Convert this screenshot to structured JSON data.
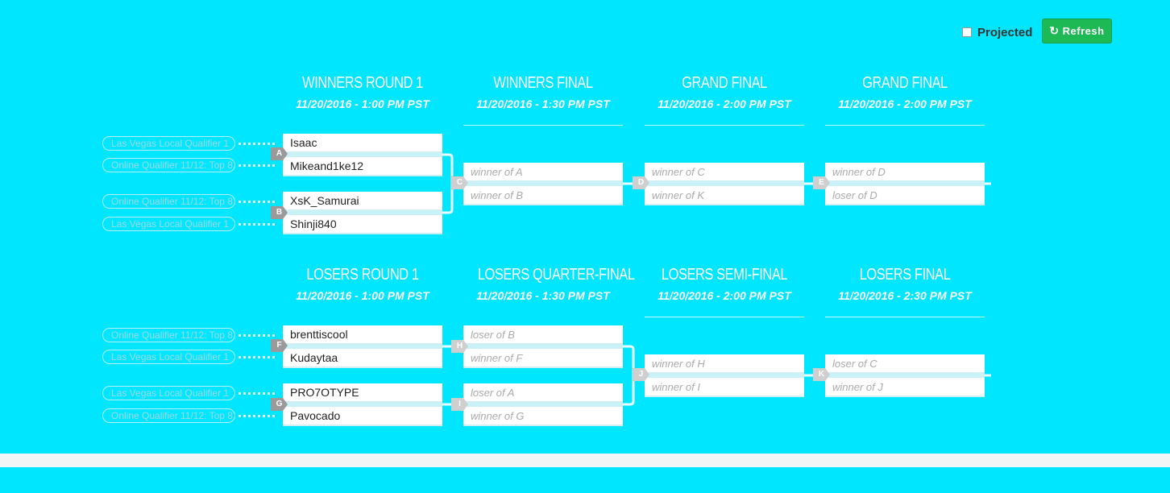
{
  "toolbar": {
    "projected_label": "Projected",
    "refresh_label": "Refresh",
    "refresh_icon": "refresh-icon"
  },
  "winners": {
    "headers": [
      {
        "title": "WINNERS ROUND 1",
        "date": "11/20/2016 - 1:00 PM PST"
      },
      {
        "title": "WINNERS FINAL",
        "date": "11/20/2016 - 1:30 PM PST"
      },
      {
        "title": "GRAND FINAL",
        "date": "11/20/2016 - 2:00 PM PST"
      },
      {
        "title": "GRAND FINAL",
        "date": "11/20/2016 - 2:00 PM PST"
      }
    ],
    "matches": {
      "A": {
        "tag": "A",
        "p1": "Isaac",
        "p2": "Mikeand1ke12",
        "seed1": "Las Vegas Local Qualifier 1",
        "seed2": "Online Qualifier 11/12: Top 8"
      },
      "B": {
        "tag": "B",
        "p1": "XsK_Samurai",
        "p2": "Shinji840",
        "seed1": "Online Qualifier 11/12: Top 8",
        "seed2": "Las Vegas Local Qualifier 1"
      },
      "C": {
        "tag": "C",
        "p1": "winner of A",
        "p2": "winner of B"
      },
      "D": {
        "tag": "D",
        "p1": "winner of C",
        "p2": "winner of K"
      },
      "E": {
        "tag": "E",
        "p1": "winner of D",
        "p2": "loser of D"
      }
    }
  },
  "losers": {
    "headers": [
      {
        "title": "LOSERS ROUND 1",
        "date": "11/20/2016 - 1:00 PM PST"
      },
      {
        "title": "LOSERS QUARTER-FINAL",
        "date": "11/20/2016 - 1:30 PM PST"
      },
      {
        "title": "LOSERS SEMI-FINAL",
        "date": "11/20/2016 - 2:00 PM PST"
      },
      {
        "title": "LOSERS FINAL",
        "date": "11/20/2016 - 2:30 PM PST"
      }
    ],
    "matches": {
      "F": {
        "tag": "F",
        "p1": "brenttiscool",
        "p2": "Kudaytaa",
        "seed1": "Online Qualifier 11/12: Top 8",
        "seed2": "Las Vegas Local Qualifier 1"
      },
      "G": {
        "tag": "G",
        "p1": "PRO7OTYPE",
        "p2": "Pavocado",
        "seed1": "Las Vegas Local Qualifier 1",
        "seed2": "Online Qualifier 11/12: Top 8"
      },
      "H": {
        "tag": "H",
        "p1": "loser of B",
        "p2": "winner of F"
      },
      "I": {
        "tag": "I",
        "p1": "loser of A",
        "p2": "winner of G"
      },
      "J": {
        "tag": "J",
        "p1": "winner of H",
        "p2": "winner of I"
      },
      "K": {
        "tag": "K",
        "p1": "loser of C",
        "p2": "winner of J"
      }
    }
  }
}
